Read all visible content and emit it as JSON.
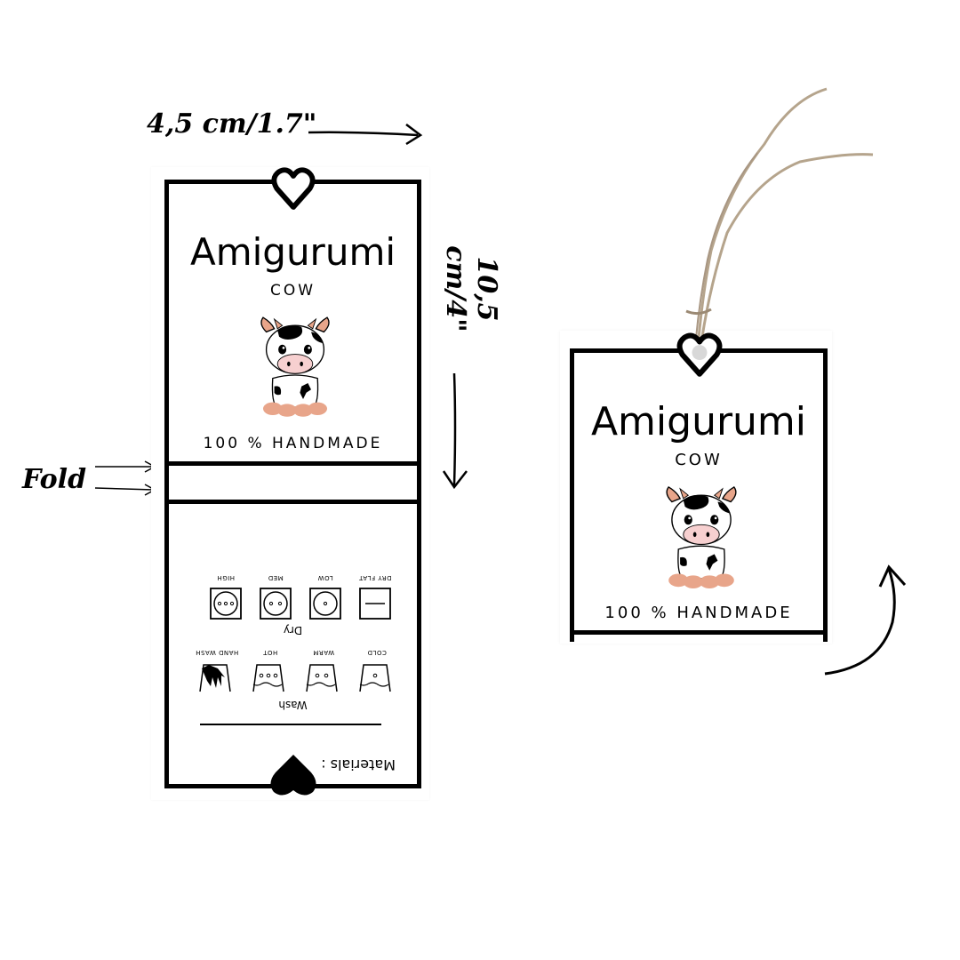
{
  "annotations": {
    "width": "4,5 cm/1.7\"",
    "height": "10,5 cm/4\"",
    "fold": "Fold"
  },
  "tag_front": {
    "title": "Amigurumi",
    "subtitle": "COW",
    "handmade": "100 % HANDMADE"
  },
  "tag_back": {
    "dry_heading": "Dry",
    "dry_labels": [
      "HIGH",
      "MED",
      "LOW",
      "DRY FLAT"
    ],
    "wash_heading": "Wash",
    "wash_labels": [
      "HAND WASH",
      "HOT",
      "WARM",
      "COLD"
    ],
    "materials": "Materials :"
  },
  "hanging_tag": {
    "title": "Amigurumi",
    "subtitle": "COW",
    "handmade": "100 % HANDMADE"
  },
  "colors": {
    "ink": "#000000",
    "cow_nose": "#f7d0d0",
    "cow_hooves": "#e8a58a",
    "string": "#b5a48c"
  }
}
